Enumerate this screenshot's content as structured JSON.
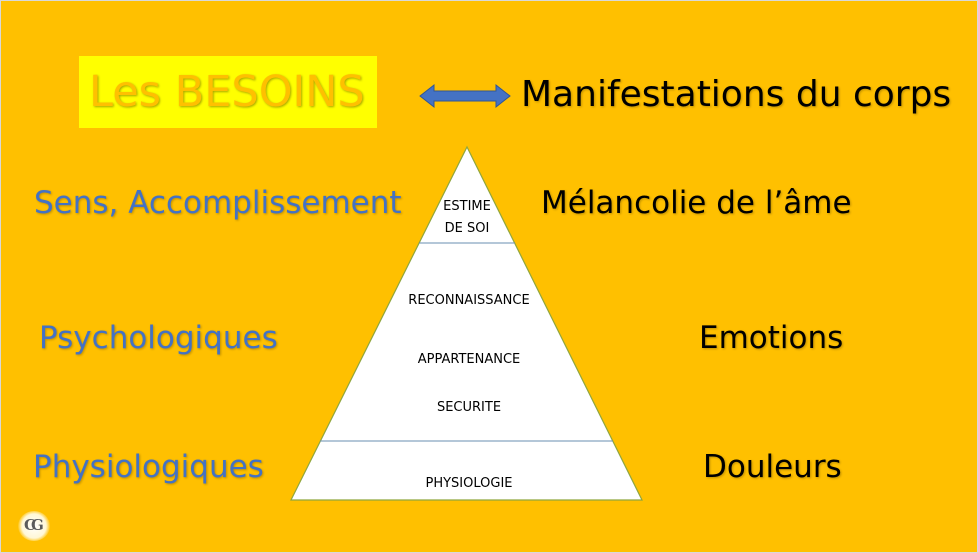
{
  "header": {
    "title": "Les BESOINS",
    "subtitle": "Manifestations du corps"
  },
  "left_labels": [
    "Sens, Accomplissement",
    "Psychologiques",
    "Physiologiques"
  ],
  "right_labels": [
    "Mélancolie de l’âme",
    "Emotions",
    "Douleurs"
  ],
  "pyramid": {
    "top_line1": "ESTIME",
    "top_line2": "DE SOI",
    "middle": [
      "RECONNAISSANCE",
      "APPARTENANCE",
      "SECURITE"
    ],
    "bottom": "PHYSIOLOGIE"
  },
  "logo_text": "CG",
  "colors": {
    "background": "#FFC000",
    "title_box": "#FFFF00",
    "blue_text": "#4472C4",
    "arrow": "#4472C4",
    "pyramid_fill": "#FFFFFF",
    "pyramid_stroke": "#8FA63C",
    "divider": "#6A8FB0"
  },
  "icons": {
    "arrow": "double-headed-arrow",
    "logo": "cg-monogram"
  }
}
